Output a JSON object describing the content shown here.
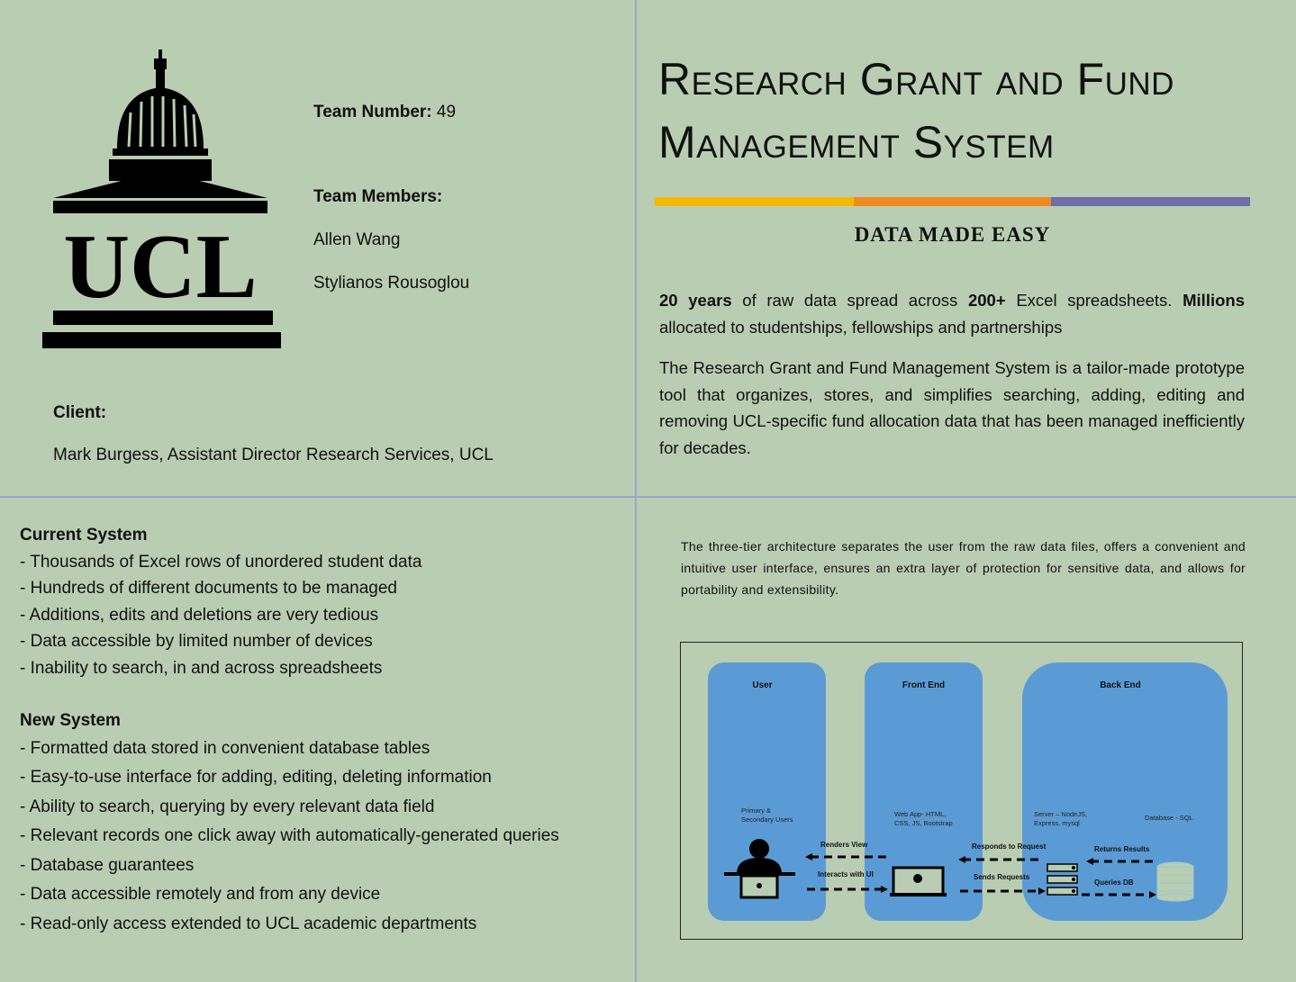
{
  "logo": {
    "text": "UCL"
  },
  "team": {
    "number_label": "Team Number:",
    "number": "49",
    "members_label": "Team Members:",
    "members": [
      "Allen Wang",
      "Stylianos Rousoglou"
    ]
  },
  "client": {
    "label": "Client:",
    "value": "Mark Burgess, Assistant Director Research Services, UCL"
  },
  "title": {
    "line1": "Research Grant and Fund",
    "line2": "Management System",
    "accent_colors": [
      "#f5b800",
      "#f08a1c",
      "#6c6fa8"
    ]
  },
  "tagline": "DATA MADE EASY",
  "intro": {
    "p1_parts": [
      "20 years",
      " of raw data spread across ",
      "200+",
      " Excel spreadsheets. ",
      "Millions",
      " allocated to studentships, fellowships and partnerships"
    ],
    "p2": "The Research Grant and Fund Management System is a tailor-made prototype tool that organizes, stores, and simplifies searching, adding, editing and removing UCL-specific fund allocation data that has been managed inefficiently for decades."
  },
  "current": {
    "heading": "Current System",
    "items": [
      "- Thousands of Excel rows of unordered student data",
      "- Hundreds of different documents to be managed",
      "- Additions, edits and deletions are very tedious",
      "- Data accessible by limited number of devices",
      "- Inability to search, in and across spreadsheets"
    ]
  },
  "newsys": {
    "heading": "New System",
    "items": [
      "- Formatted data stored in convenient database tables",
      "- Easy-to-use interface for adding, editing, deleting information",
      "- Ability to search, querying by every relevant data field",
      "- Relevant records one click away with automatically-generated queries",
      "- Database guarantees",
      "- Data accessible remotely and from any device",
      "- Read-only access extended to UCL academic departments"
    ]
  },
  "architecture": {
    "text": "The three-tier architecture separates the user from the raw data files, offers a convenient and intuitive user interface, ensures an extra layer of protection for sensitive data, and allows for portability and extensibility.",
    "diagram": {
      "user": "User",
      "front": "Front End",
      "back": "Back End",
      "user_desc": "Primary & Secondary Users",
      "front_desc": "Web App- HTML, CSS, JS, Bootstrap",
      "server_desc": "Server – NodeJS, Express, mysql",
      "db_desc": "Database - SQL",
      "renders": "Renders View",
      "interacts": "Interacts with UI",
      "responds": "Responds to Request",
      "sends": "Sends Requests",
      "returns": "Returns Results",
      "queries": "Queries DB",
      "box_color": "#5b9bd5"
    }
  }
}
